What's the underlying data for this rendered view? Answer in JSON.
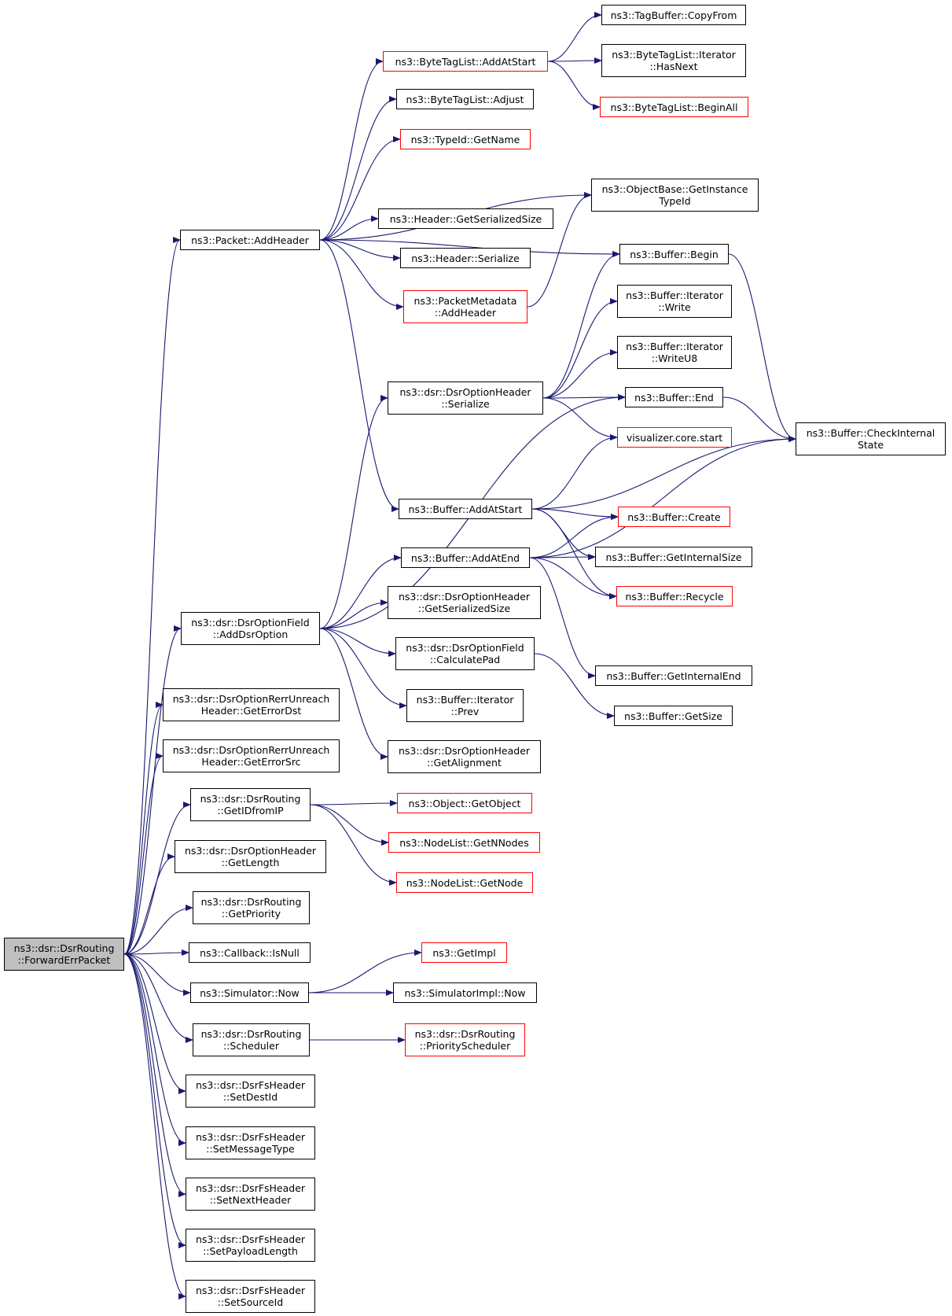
{
  "colors": {
    "edge": "#191970",
    "border": "#000000",
    "red_border": "#ff0000",
    "root_fill": "#bfbfbf"
  },
  "nodes": [
    {
      "id": "root",
      "lines": [
        "ns3::dsr::DsrRouting",
        "::ForwardErrPacket"
      ],
      "style": "root"
    },
    {
      "id": "addHeader",
      "lines": [
        "ns3::Packet::AddHeader"
      ],
      "style": "normal"
    },
    {
      "id": "addDsrOption",
      "lines": [
        "ns3::dsr::DsrOptionField",
        "::AddDsrOption"
      ],
      "style": "normal"
    },
    {
      "id": "getErrorDst",
      "lines": [
        "ns3::dsr::DsrOptionRerrUnreach",
        "Header::GetErrorDst"
      ],
      "style": "normal"
    },
    {
      "id": "getErrorSrc",
      "lines": [
        "ns3::dsr::DsrOptionRerrUnreach",
        "Header::GetErrorSrc"
      ],
      "style": "normal"
    },
    {
      "id": "getIDfromIP",
      "lines": [
        "ns3::dsr::DsrRouting",
        "::GetIDfromIP"
      ],
      "style": "normal"
    },
    {
      "id": "getLength",
      "lines": [
        "ns3::dsr::DsrOptionHeader",
        "::GetLength"
      ],
      "style": "normal"
    },
    {
      "id": "getPriority",
      "lines": [
        "ns3::dsr::DsrRouting",
        "::GetPriority"
      ],
      "style": "normal"
    },
    {
      "id": "isNull",
      "lines": [
        "ns3::Callback::IsNull"
      ],
      "style": "normal"
    },
    {
      "id": "simNow",
      "lines": [
        "ns3::Simulator::Now"
      ],
      "style": "normal"
    },
    {
      "id": "scheduler",
      "lines": [
        "ns3::dsr::DsrRouting",
        "::Scheduler"
      ],
      "style": "normal"
    },
    {
      "id": "setDestId",
      "lines": [
        "ns3::dsr::DsrFsHeader",
        "::SetDestId"
      ],
      "style": "normal"
    },
    {
      "id": "setMessageType",
      "lines": [
        "ns3::dsr::DsrFsHeader",
        "::SetMessageType"
      ],
      "style": "normal"
    },
    {
      "id": "setNextHeader",
      "lines": [
        "ns3::dsr::DsrFsHeader",
        "::SetNextHeader"
      ],
      "style": "normal"
    },
    {
      "id": "setPayloadLength",
      "lines": [
        "ns3::dsr::DsrFsHeader",
        "::SetPayloadLength"
      ],
      "style": "normal"
    },
    {
      "id": "setSourceId",
      "lines": [
        "ns3::dsr::DsrFsHeader",
        "::SetSourceId"
      ],
      "style": "normal"
    },
    {
      "id": "btlAddAtStart",
      "lines": [
        "ns3::ByteTagList::AddAtStart"
      ],
      "style": "red"
    },
    {
      "id": "btlAdjust",
      "lines": [
        "ns3::ByteTagList::Adjust"
      ],
      "style": "normal"
    },
    {
      "id": "typeIdGetName",
      "lines": [
        "ns3::TypeId::GetName"
      ],
      "style": "red"
    },
    {
      "id": "headerGetSerializedSize",
      "lines": [
        "ns3::Header::GetSerializedSize"
      ],
      "style": "normal"
    },
    {
      "id": "headerSerialize",
      "lines": [
        "ns3::Header::Serialize"
      ],
      "style": "normal"
    },
    {
      "id": "pmAddHeader",
      "lines": [
        "ns3::PacketMetadata",
        "::AddHeader"
      ],
      "style": "red"
    },
    {
      "id": "dohSerialize",
      "lines": [
        "ns3::dsr::DsrOptionHeader",
        "::Serialize"
      ],
      "style": "normal"
    },
    {
      "id": "bufAddAtStart",
      "lines": [
        "ns3::Buffer::AddAtStart"
      ],
      "style": "normal"
    },
    {
      "id": "bufAddAtEnd",
      "lines": [
        "ns3::Buffer::AddAtEnd"
      ],
      "style": "normal"
    },
    {
      "id": "dohGetSerializedSize",
      "lines": [
        "ns3::dsr::DsrOptionHeader",
        "::GetSerializedSize"
      ],
      "style": "normal"
    },
    {
      "id": "dofCalculatePad",
      "lines": [
        "ns3::dsr::DsrOptionField",
        "::CalculatePad"
      ],
      "style": "normal"
    },
    {
      "id": "iterPrev",
      "lines": [
        "ns3::Buffer::Iterator",
        "::Prev"
      ],
      "style": "normal"
    },
    {
      "id": "dohGetAlignment",
      "lines": [
        "ns3::dsr::DsrOptionHeader",
        "::GetAlignment"
      ],
      "style": "normal"
    },
    {
      "id": "objGetObject",
      "lines": [
        "ns3::Object::GetObject"
      ],
      "style": "red"
    },
    {
      "id": "nlGetNNodes",
      "lines": [
        "ns3::NodeList::GetNNodes"
      ],
      "style": "red"
    },
    {
      "id": "nlGetNode",
      "lines": [
        "ns3::NodeList::GetNode"
      ],
      "style": "red"
    },
    {
      "id": "getImpl",
      "lines": [
        "ns3::GetImpl"
      ],
      "style": "red"
    },
    {
      "id": "simImplNow",
      "lines": [
        "ns3::SimulatorImpl::Now"
      ],
      "style": "normal"
    },
    {
      "id": "priorityScheduler",
      "lines": [
        "ns3::dsr::DsrRouting",
        "::PriorityScheduler"
      ],
      "style": "red"
    },
    {
      "id": "tbCopyFrom",
      "lines": [
        "ns3::TagBuffer::CopyFrom"
      ],
      "style": "normal"
    },
    {
      "id": "btlIterHasNext",
      "lines": [
        "ns3::ByteTagList::Iterator",
        "::HasNext"
      ],
      "style": "normal"
    },
    {
      "id": "btlBeginAll",
      "lines": [
        "ns3::ByteTagList::BeginAll"
      ],
      "style": "red"
    },
    {
      "id": "obGetInstanceTypeId",
      "lines": [
        "ns3::ObjectBase::GetInstance",
        "TypeId"
      ],
      "style": "normal"
    },
    {
      "id": "bufBegin",
      "lines": [
        "ns3::Buffer::Begin"
      ],
      "style": "normal"
    },
    {
      "id": "iterWrite",
      "lines": [
        "ns3::Buffer::Iterator",
        "::Write"
      ],
      "style": "normal"
    },
    {
      "id": "iterWriteU8",
      "lines": [
        "ns3::Buffer::Iterator",
        "::WriteU8"
      ],
      "style": "normal"
    },
    {
      "id": "bufEnd",
      "lines": [
        "ns3::Buffer::End"
      ],
      "style": "normal"
    },
    {
      "id": "vizStart",
      "lines": [
        "visualizer.core.start"
      ],
      "style": "red"
    },
    {
      "id": "bufCheckInternalState",
      "lines": [
        "ns3::Buffer::CheckInternal",
        "State"
      ],
      "style": "normal"
    },
    {
      "id": "bufCreate",
      "lines": [
        "ns3::Buffer::Create"
      ],
      "style": "red"
    },
    {
      "id": "bufGetInternalSize",
      "lines": [
        "ns3::Buffer::GetInternalSize"
      ],
      "style": "normal"
    },
    {
      "id": "bufRecycle",
      "lines": [
        "ns3::Buffer::Recycle"
      ],
      "style": "red"
    },
    {
      "id": "bufGetInternalEnd",
      "lines": [
        "ns3::Buffer::GetInternalEnd"
      ],
      "style": "normal"
    },
    {
      "id": "bufGetSize",
      "lines": [
        "ns3::Buffer::GetSize"
      ],
      "style": "normal"
    }
  ],
  "edges": [
    [
      "root",
      "addHeader"
    ],
    [
      "root",
      "addDsrOption"
    ],
    [
      "root",
      "getErrorDst"
    ],
    [
      "root",
      "getErrorSrc"
    ],
    [
      "root",
      "getIDfromIP"
    ],
    [
      "root",
      "getLength"
    ],
    [
      "root",
      "getPriority"
    ],
    [
      "root",
      "isNull"
    ],
    [
      "root",
      "simNow"
    ],
    [
      "root",
      "scheduler"
    ],
    [
      "root",
      "setDestId"
    ],
    [
      "root",
      "setMessageType"
    ],
    [
      "root",
      "setNextHeader"
    ],
    [
      "root",
      "setPayloadLength"
    ],
    [
      "root",
      "setSourceId"
    ],
    [
      "addHeader",
      "btlAddAtStart"
    ],
    [
      "addHeader",
      "btlAdjust"
    ],
    [
      "addHeader",
      "typeIdGetName"
    ],
    [
      "addHeader",
      "obGetInstanceTypeId"
    ],
    [
      "addHeader",
      "headerGetSerializedSize"
    ],
    [
      "addHeader",
      "headerSerialize"
    ],
    [
      "addHeader",
      "pmAddHeader"
    ],
    [
      "addHeader",
      "bufBegin"
    ],
    [
      "addHeader",
      "bufAddAtStart"
    ],
    [
      "btlAddAtStart",
      "tbCopyFrom"
    ],
    [
      "btlAddAtStart",
      "btlIterHasNext"
    ],
    [
      "btlAddAtStart",
      "btlBeginAll"
    ],
    [
      "pmAddHeader",
      "obGetInstanceTypeId"
    ],
    [
      "bufBegin",
      "bufCheckInternalState"
    ],
    [
      "bufEnd",
      "bufCheckInternalState"
    ],
    [
      "dohSerialize",
      "bufBegin"
    ],
    [
      "dohSerialize",
      "iterWrite"
    ],
    [
      "dohSerialize",
      "iterWriteU8"
    ],
    [
      "dohSerialize",
      "bufEnd"
    ],
    [
      "dohSerialize",
      "vizStart"
    ],
    [
      "bufAddAtStart",
      "vizStart"
    ],
    [
      "bufAddAtStart",
      "bufCheckInternalState"
    ],
    [
      "bufAddAtStart",
      "bufCreate"
    ],
    [
      "bufAddAtStart",
      "bufGetInternalSize"
    ],
    [
      "bufAddAtStart",
      "bufRecycle"
    ],
    [
      "bufAddAtEnd",
      "bufCreate"
    ],
    [
      "bufAddAtEnd",
      "bufGetInternalSize"
    ],
    [
      "bufAddAtEnd",
      "bufRecycle"
    ],
    [
      "bufAddAtEnd",
      "bufCheckInternalState"
    ],
    [
      "bufAddAtEnd",
      "bufGetInternalEnd"
    ],
    [
      "addDsrOption",
      "dohSerialize"
    ],
    [
      "addDsrOption",
      "bufEnd"
    ],
    [
      "addDsrOption",
      "bufAddAtEnd"
    ],
    [
      "addDsrOption",
      "dohGetSerializedSize"
    ],
    [
      "addDsrOption",
      "dofCalculatePad"
    ],
    [
      "addDsrOption",
      "iterPrev"
    ],
    [
      "addDsrOption",
      "dohGetAlignment"
    ],
    [
      "dofCalculatePad",
      "bufGetSize"
    ],
    [
      "getIDfromIP",
      "objGetObject"
    ],
    [
      "getIDfromIP",
      "nlGetNNodes"
    ],
    [
      "getIDfromIP",
      "nlGetNode"
    ],
    [
      "simNow",
      "getImpl"
    ],
    [
      "simNow",
      "simImplNow"
    ],
    [
      "scheduler",
      "priorityScheduler"
    ]
  ]
}
